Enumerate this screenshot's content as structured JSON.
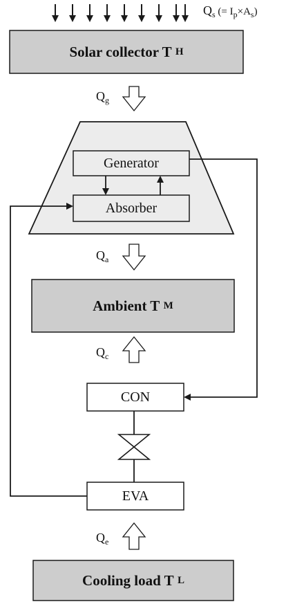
{
  "qs_label": {
    "symbol": "Q",
    "sub": "s",
    "expr_open": " (= I",
    "expr_sub1": "p",
    "expr_mid": "×A",
    "expr_sub2": "s",
    "expr_close": ")"
  },
  "solar_collector": {
    "text": "Solar collector T",
    "sub": "H"
  },
  "qg_label": {
    "symbol": "Q",
    "sub": "g"
  },
  "generator": {
    "text": "Generator"
  },
  "absorber": {
    "text": "Absorber"
  },
  "qa_label": {
    "symbol": "Q",
    "sub": "a"
  },
  "ambient": {
    "text": "Ambient T",
    "sub": "M"
  },
  "qc_label": {
    "symbol": "Q",
    "sub": "c"
  },
  "condenser": {
    "text": "CON"
  },
  "evaporator": {
    "text": "EVA"
  },
  "qe_label": {
    "symbol": "Q",
    "sub": "e"
  },
  "cooling_load": {
    "text": "Cooling load T",
    "sub": "L"
  },
  "colors": {
    "box_fill": "#cdcdcd",
    "housing_fill": "#ececec",
    "line": "#1a1a1a",
    "white_box": "#ffffff"
  }
}
